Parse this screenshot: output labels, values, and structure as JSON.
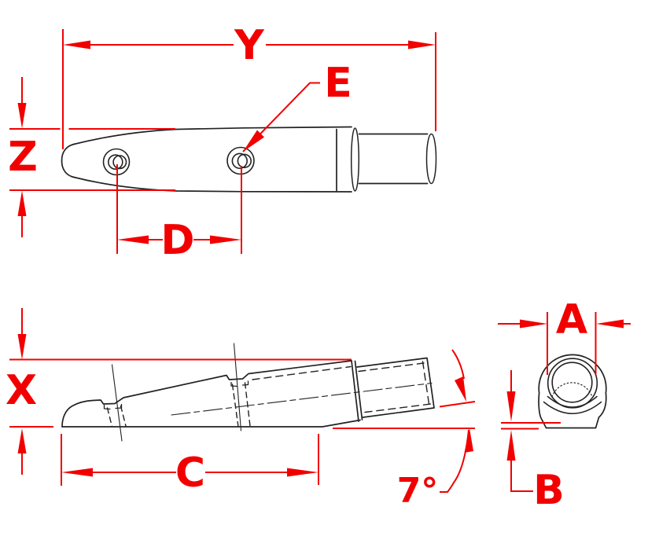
{
  "title": "Three-view dimensioned technical drawing of a tube end fitting",
  "colors": {
    "part_line": "#222222",
    "dimension": "#f20000",
    "background": "#ffffff"
  },
  "dimensions": {
    "Y": {
      "label": "Y"
    },
    "E": {
      "label": "E"
    },
    "Z": {
      "label": "Z"
    },
    "D": {
      "label": "D"
    },
    "X": {
      "label": "X"
    },
    "C": {
      "label": "C"
    },
    "A": {
      "label": "A"
    },
    "B": {
      "label": "B"
    },
    "angle": {
      "label": "7°"
    }
  }
}
